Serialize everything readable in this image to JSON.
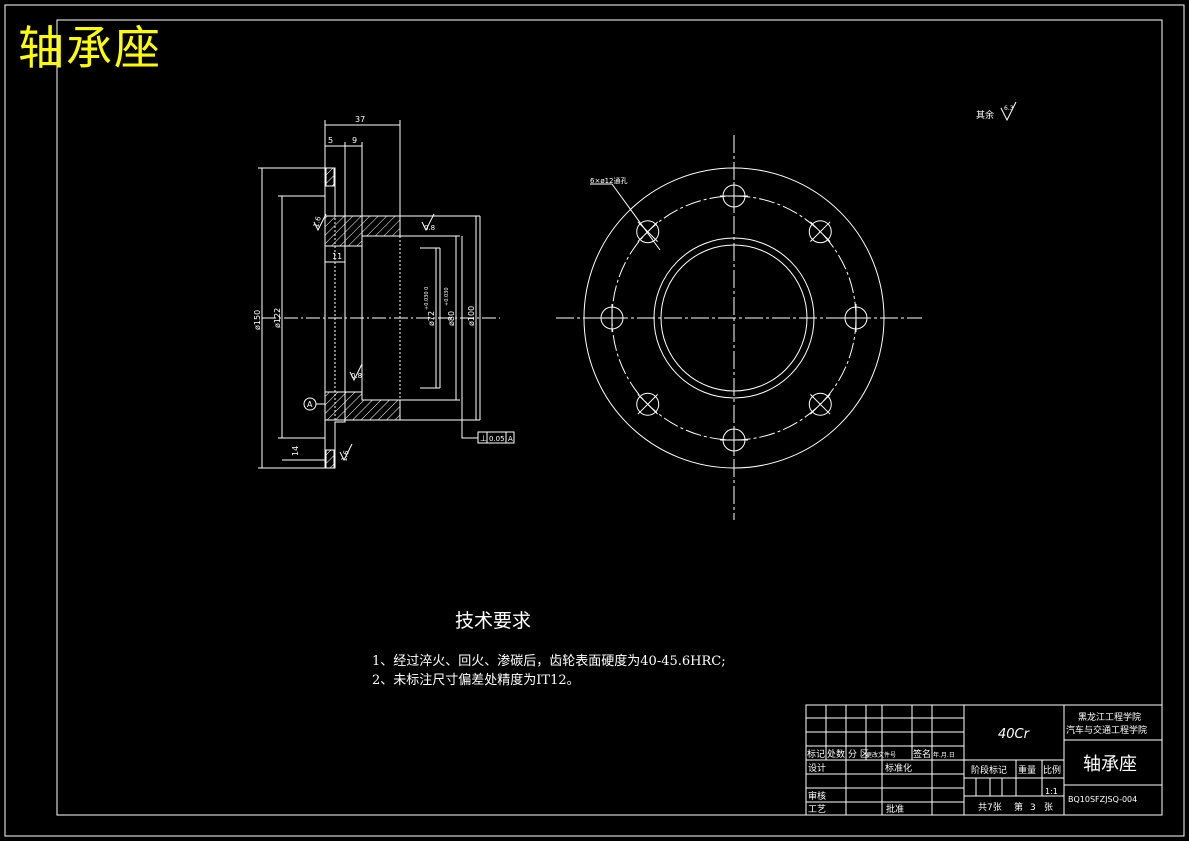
{
  "drawing_title": "轴承座",
  "tech_requirements": {
    "heading": "技术要求",
    "items": [
      "1、经过淬火、回火、渗碳后，齿轮表面硬度为40-45.6HRC;",
      "2、未标注尺寸偏差处精度为IT12。"
    ]
  },
  "roughness_note": {
    "label": "其余",
    "value": "6.3"
  },
  "side_view": {
    "dims": {
      "overall_length": "37",
      "flange_thickness": "5",
      "step": "9",
      "inner_step": "11",
      "dia_150": "ø150",
      "dia_122": "ø122",
      "dia_72": "ø72",
      "dia_72_tol": "+0.030 0",
      "dia_80": "ø80",
      "dia_80_tol": "+0.030",
      "dia_100": "ø100",
      "bottom_dim": "14",
      "roughness_a": "1.6",
      "roughness_b": "0.8",
      "roughness_c": "0.8",
      "roughness_d": "1.6",
      "datum": "A"
    },
    "tolerance_frame": {
      "symbol": "⊥",
      "value": "0.05",
      "datum": "A"
    }
  },
  "front_view": {
    "hole_label": "6×ø12通孔",
    "hole_count": 6
  },
  "title_block": {
    "material": "40Cr",
    "school_line1": "黑龙江工程学院",
    "school_line2": "汽车与交通工程学院",
    "part_name": "轴承座",
    "drawing_no": "BQ10SFZJSQ-004",
    "scale": "1:1",
    "sheets": "共7张",
    "sheet_label": "第",
    "sheet_no": "3",
    "sheet_unit": "张",
    "row_labels": {
      "marks": "标记",
      "count": "处数",
      "zone": "分 区",
      "doc": "更改文件号",
      "sign": "签名",
      "date": "年.月.日",
      "design": "设计",
      "standard": "标准化",
      "stage": "阶段标记",
      "weight": "重量",
      "ratio": "比例",
      "check": "审核",
      "process": "工艺",
      "approve": "批准"
    }
  },
  "colors": {
    "background": "#000000",
    "lines": "#ffffff",
    "title": "#ffff00"
  }
}
